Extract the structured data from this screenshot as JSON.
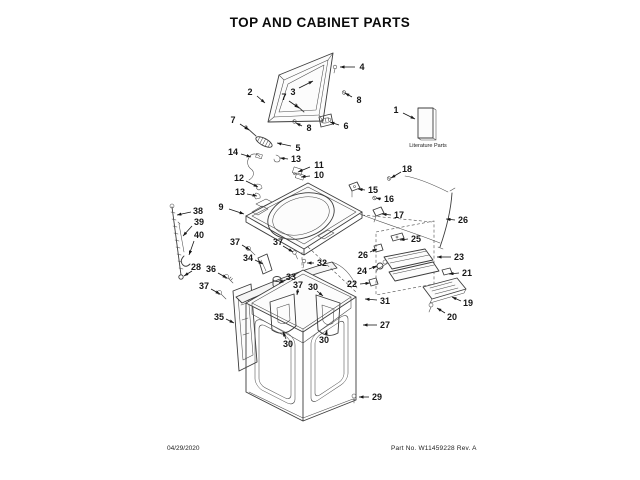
{
  "title": "TOP AND CABINET PARTS",
  "footer": {
    "date": "04/29/2020",
    "part_no": "Part No. W11459228  Rev. A"
  },
  "literature_label": "Literature Parts",
  "diagram": {
    "type": "exploded-parts-diagram",
    "subject": "washing machine top and cabinet",
    "callouts": [
      {
        "n": "1",
        "label": [
          396,
          110
        ],
        "line": [
          [
            403,
            113
          ],
          [
            415,
            119
          ]
        ]
      },
      {
        "n": "2",
        "label": [
          250,
          92
        ],
        "line": [
          [
            257,
            96
          ],
          [
            265,
            103
          ]
        ]
      },
      {
        "n": "3",
        "label": [
          293,
          92
        ],
        "line": [
          [
            299,
            88
          ],
          [
            313,
            81
          ]
        ]
      },
      {
        "n": "4",
        "label": [
          362,
          67
        ],
        "line": [
          [
            355,
            67
          ],
          [
            340,
            67
          ]
        ]
      },
      {
        "n": "5",
        "label": [
          298,
          148
        ],
        "line": [
          [
            291,
            146
          ],
          [
            277,
            143
          ]
        ]
      },
      {
        "n": "6",
        "label": [
          346,
          126
        ],
        "line": [
          [
            339,
            125
          ],
          [
            330,
            122
          ]
        ]
      },
      {
        "n": "7",
        "label": [
          284,
          97
        ],
        "line": [
          [
            289,
            101
          ],
          [
            299,
            108
          ]
        ]
      },
      {
        "n": "7",
        "label": [
          233,
          120
        ],
        "line": [
          [
            240,
            124
          ],
          [
            249,
            130
          ]
        ]
      },
      {
        "n": "8",
        "label": [
          359,
          100
        ],
        "line": [
          [
            352,
            97
          ],
          [
            345,
            93
          ]
        ]
      },
      {
        "n": "8",
        "label": [
          309,
          128
        ],
        "line": [
          [
            302,
            126
          ],
          [
            296,
            123
          ]
        ]
      },
      {
        "n": "9",
        "label": [
          221,
          207
        ],
        "line": [
          [
            229,
            209
          ],
          [
            244,
            214
          ]
        ]
      },
      {
        "n": "10",
        "label": [
          319,
          175
        ],
        "line": [
          [
            310,
            176
          ],
          [
            301,
            177
          ]
        ]
      },
      {
        "n": "11",
        "label": [
          319,
          165
        ],
        "line": [
          [
            310,
            167
          ],
          [
            298,
            172
          ]
        ]
      },
      {
        "n": "12",
        "label": [
          239,
          178
        ],
        "line": [
          [
            246,
            181
          ],
          [
            258,
            187
          ]
        ]
      },
      {
        "n": "13",
        "label": [
          296,
          159
        ],
        "line": [
          [
            288,
            159
          ],
          [
            280,
            158
          ]
        ]
      },
      {
        "n": "13",
        "label": [
          240,
          192
        ],
        "line": [
          [
            247,
            194
          ],
          [
            257,
            196
          ]
        ]
      },
      {
        "n": "14",
        "label": [
          233,
          152
        ],
        "line": [
          [
            241,
            154
          ],
          [
            251,
            157
          ]
        ]
      },
      {
        "n": "15",
        "label": [
          373,
          190
        ],
        "line": [
          [
            365,
            190
          ],
          [
            358,
            189
          ]
        ]
      },
      {
        "n": "16",
        "label": [
          389,
          199
        ],
        "line": [
          [
            381,
            199
          ],
          [
            376,
            198
          ]
        ]
      },
      {
        "n": "17",
        "label": [
          399,
          215
        ],
        "line": [
          [
            391,
            215
          ],
          [
            382,
            214
          ]
        ]
      },
      {
        "n": "18",
        "label": [
          407,
          169
        ],
        "line": [
          [
            401,
            172
          ],
          [
            391,
            178
          ]
        ]
      },
      {
        "n": "19",
        "label": [
          468,
          303
        ],
        "line": [
          [
            461,
            301
          ],
          [
            452,
            297
          ]
        ]
      },
      {
        "n": "20",
        "label": [
          452,
          317
        ],
        "line": [
          [
            445,
            313
          ],
          [
            437,
            308
          ]
        ]
      },
      {
        "n": "21",
        "label": [
          467,
          273
        ],
        "line": [
          [
            459,
            273
          ],
          [
            449,
            274
          ]
        ]
      },
      {
        "n": "22",
        "label": [
          352,
          284
        ],
        "line": [
          [
            360,
            284
          ],
          [
            370,
            283
          ]
        ]
      },
      {
        "n": "23",
        "label": [
          459,
          257
        ],
        "line": [
          [
            451,
            257
          ],
          [
            437,
            257
          ]
        ]
      },
      {
        "n": "24",
        "label": [
          362,
          271
        ],
        "line": [
          [
            369,
            269
          ],
          [
            377,
            266
          ]
        ]
      },
      {
        "n": "25",
        "label": [
          416,
          239
        ],
        "line": [
          [
            408,
            239
          ],
          [
            400,
            240
          ]
        ]
      },
      {
        "n": "26",
        "label": [
          463,
          220
        ],
        "line": [
          [
            455,
            220
          ],
          [
            446,
            219
          ]
        ]
      },
      {
        "n": "26",
        "label": [
          363,
          255
        ],
        "line": [
          [
            370,
            252
          ],
          [
            377,
            249
          ]
        ]
      },
      {
        "n": "27",
        "label": [
          385,
          325
        ],
        "line": [
          [
            377,
            325
          ],
          [
            363,
            325
          ]
        ]
      },
      {
        "n": "28",
        "label": [
          196,
          267
        ],
        "line": [
          [
            192,
            271
          ],
          [
            184,
            276
          ]
        ]
      },
      {
        "n": "29",
        "label": [
          377,
          397
        ],
        "line": [
          [
            369,
            397
          ],
          [
            359,
            397
          ]
        ]
      },
      {
        "n": "30",
        "label": [
          313,
          287
        ],
        "line": [
          [
            317,
            291
          ],
          [
            323,
            296
          ]
        ]
      },
      {
        "n": "30",
        "label": [
          288,
          344
        ],
        "line": [
          [
            286,
            339
          ],
          [
            283,
            332
          ]
        ]
      },
      {
        "n": "30",
        "label": [
          324,
          340
        ],
        "line": [
          [
            326,
            335
          ],
          [
            327,
            330
          ]
        ]
      },
      {
        "n": "31",
        "label": [
          385,
          301
        ],
        "line": [
          [
            377,
            300
          ],
          [
            365,
            299
          ]
        ]
      },
      {
        "n": "32",
        "label": [
          322,
          263
        ],
        "line": [
          [
            314,
            263
          ],
          [
            307,
            263
          ]
        ]
      },
      {
        "n": "33",
        "label": [
          291,
          277
        ],
        "line": [
          [
            285,
            280
          ],
          [
            279,
            283
          ]
        ]
      },
      {
        "n": "34",
        "label": [
          248,
          258
        ],
        "line": [
          [
            255,
            260
          ],
          [
            263,
            264
          ]
        ]
      },
      {
        "n": "35",
        "label": [
          219,
          317
        ],
        "line": [
          [
            226,
            319
          ],
          [
            234,
            323
          ]
        ]
      },
      {
        "n": "36",
        "label": [
          211,
          269
        ],
        "line": [
          [
            218,
            273
          ],
          [
            227,
            278
          ]
        ]
      },
      {
        "n": "37",
        "label": [
          235,
          242
        ],
        "line": [
          [
            242,
            245
          ],
          [
            250,
            250
          ]
        ]
      },
      {
        "n": "37",
        "label": [
          278,
          242
        ],
        "line": [
          [
            283,
            246
          ],
          [
            293,
            252
          ]
        ]
      },
      {
        "n": "37",
        "label": [
          204,
          286
        ],
        "line": [
          [
            211,
            289
          ],
          [
            220,
            294
          ]
        ]
      },
      {
        "n": "37",
        "label": [
          298,
          285
        ],
        "line": [
          [
            298,
            289
          ],
          [
            297,
            295
          ]
        ]
      },
      {
        "n": "38",
        "label": [
          198,
          211
        ],
        "line": [
          [
            191,
            212
          ],
          [
            177,
            215
          ]
        ]
      },
      {
        "n": "39",
        "label": [
          199,
          222
        ],
        "line": [
          [
            192,
            226
          ],
          [
            183,
            236
          ]
        ]
      },
      {
        "n": "40",
        "label": [
          199,
          235
        ],
        "line": [
          [
            194,
            241
          ],
          [
            189,
            255
          ]
        ]
      }
    ]
  }
}
